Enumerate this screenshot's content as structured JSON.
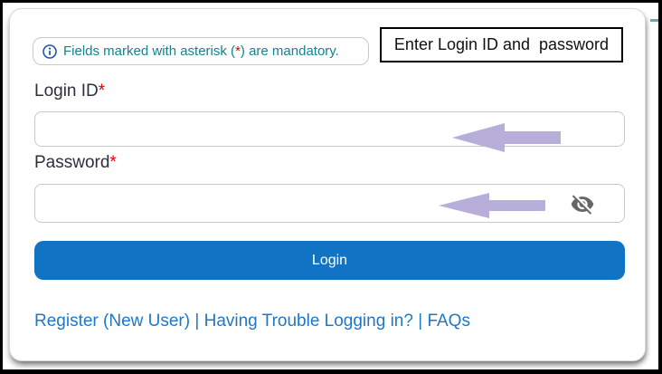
{
  "info_banner": {
    "icon": "info-circle-icon",
    "prefix": "Fields marked with asterisk (",
    "asterisk": "*",
    "suffix": ") are mandatory."
  },
  "annotations": {
    "note_box_text": "Enter Login ID and  password",
    "arrow_icon": "left-block-arrow",
    "arrow_color": "#b7aeda",
    "teal_mark_color": "#58b0a9"
  },
  "form": {
    "login_id": {
      "label": "Login ID",
      "required_mark": "*",
      "value": ""
    },
    "password": {
      "label": "Password",
      "required_mark": "*",
      "value": ""
    },
    "password_toggle_icon": "eye-off-icon",
    "login_button_label": "Login"
  },
  "links": {
    "separator": " | ",
    "items": [
      {
        "label": "Register (New User)"
      },
      {
        "label": "Having Trouble Logging in?"
      },
      {
        "label": "FAQs"
      }
    ]
  },
  "colors": {
    "button_blue": "#1173c4",
    "link_blue": "#1e78c8",
    "info_teal": "#17818f",
    "required_red": "#e50000",
    "label_dark": "#2e2e3c",
    "input_border": "#c9c9c9",
    "eye_icon_gray": "#666666"
  }
}
